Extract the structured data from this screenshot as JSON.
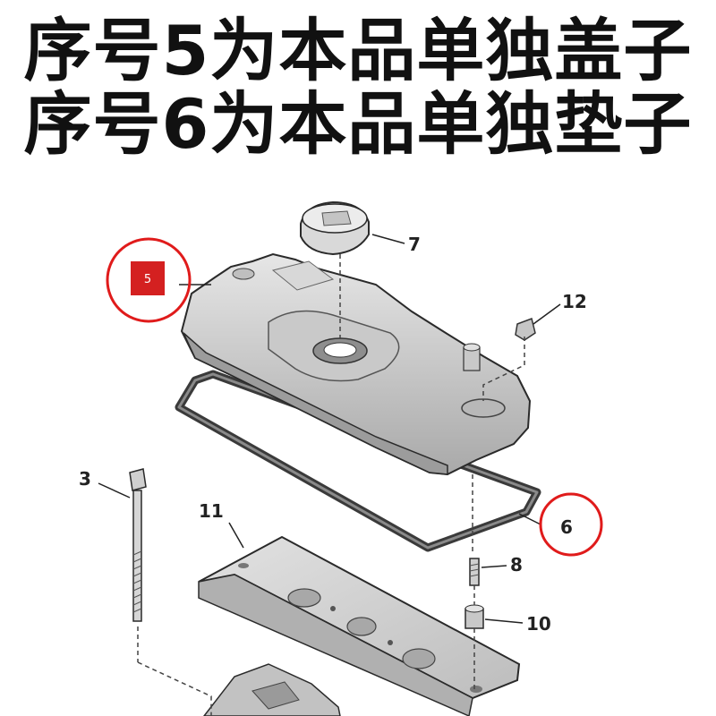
{
  "header": {
    "line1": "序号5为本品单独盖子",
    "line2": "序号6为本品单独垫子"
  },
  "callouts": {
    "c3": "3",
    "c5": "5",
    "c6": "6",
    "c7": "7",
    "c8": "8",
    "c10": "10",
    "c11": "11",
    "c12": "12"
  },
  "colors": {
    "highlight_circle": "#e01b1b",
    "marker_fill": "#d42020",
    "part_fill": "#cfcfcf",
    "part_stroke": "#2a2a2a",
    "gasket": "#3a3a3a"
  },
  "icons": [
    "valve-cover-icon",
    "oil-filler-cap-icon",
    "gasket-icon",
    "bolt-icon",
    "baffle-plate-icon",
    "fastener-icon"
  ]
}
